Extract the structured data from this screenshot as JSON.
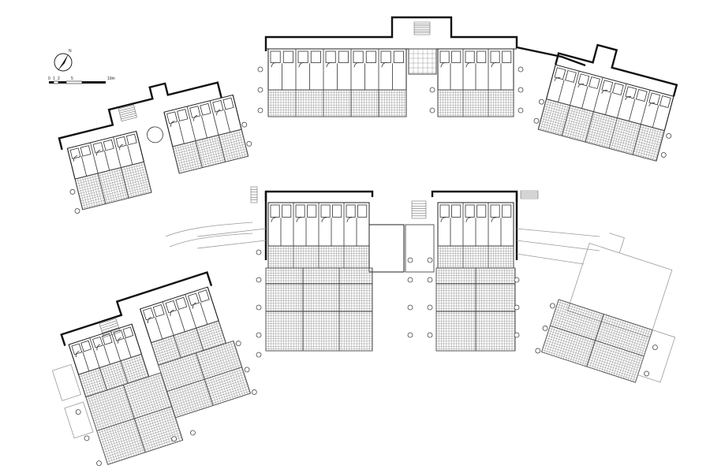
{
  "north_arrow": {
    "label": "N"
  },
  "scale_bar": {
    "ticks": [
      "0",
      "1",
      "2",
      "5",
      "10m"
    ]
  },
  "colors": {
    "ink": "#111111",
    "grid": "#777777",
    "ghost": "#9a9a9a",
    "paper": "#ffffff"
  }
}
